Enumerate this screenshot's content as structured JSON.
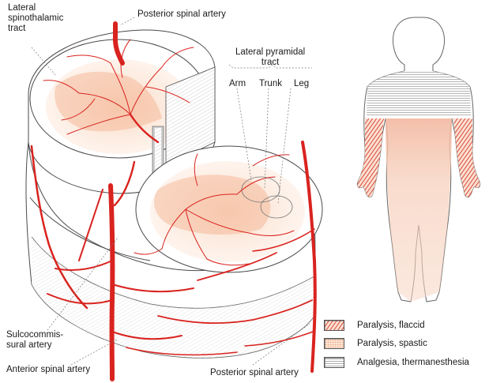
{
  "labels": {
    "lateral_spinothalamic": [
      "Lateral",
      "spinothalamic",
      "tract"
    ],
    "posterior_spinal_top": "Posterior spinal artery",
    "lateral_pyramidal": [
      "Lateral pyramidal",
      "tract"
    ],
    "arm": "Arm",
    "trunk": "Trunk",
    "leg": "Leg",
    "sulcocommissural": [
      "Sulcocommis-",
      "sural artery"
    ],
    "anterior_spinal": "Anterior spinal artery",
    "posterior_spinal_bottom": "Posterior spinal artery"
  },
  "legend": [
    {
      "label": "Paralysis, flaccid",
      "pattern": "flaccid"
    },
    {
      "label": "Paralysis, spastic",
      "pattern": "spastic"
    },
    {
      "label": "Analgesia, thermanesthesia",
      "pattern": "analgesia"
    }
  ],
  "colors": {
    "artery": "#d9231f",
    "flaccid": "#d84a3a",
    "spastic": "#f6c8aa",
    "analgesia": "#9a9a9a",
    "outline": "#555555"
  }
}
